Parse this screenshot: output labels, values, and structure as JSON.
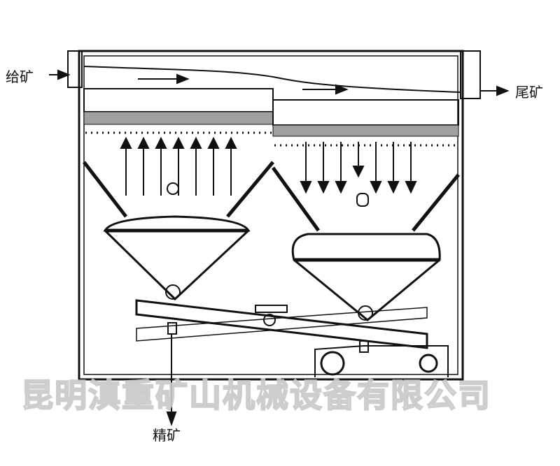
{
  "labels": {
    "feed": "给矿",
    "tailings": "尾矿",
    "concentrate": "精矿"
  },
  "watermark": "昆明滇重矿山机械设备有限公司",
  "colors": {
    "line": "#111111",
    "screen": "#a0a0a0"
  }
}
